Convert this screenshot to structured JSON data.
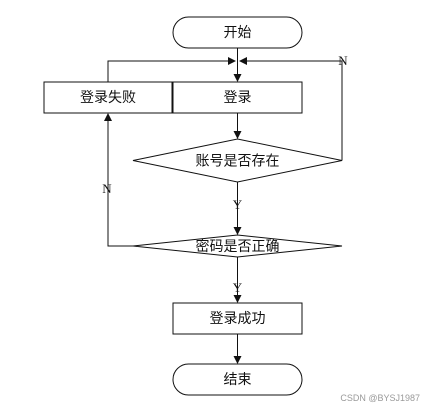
{
  "flowchart": {
    "start": "开始",
    "login": "登录",
    "login_failed": "登录失败",
    "account_check": "账号是否存在",
    "password_check": "密码是否正确",
    "login_success": "登录成功",
    "end": "结束",
    "labels": {
      "account_no": "N",
      "account_yes": "Y",
      "password_no": "N",
      "password_yes": "Y"
    }
  },
  "watermark": "CSDN @BYSJ1987"
}
